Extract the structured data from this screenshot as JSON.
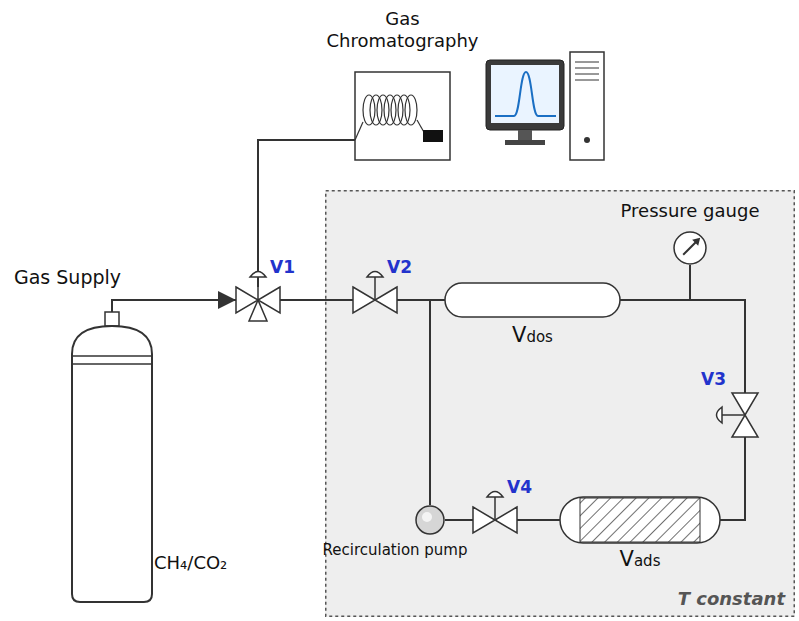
{
  "diagram": {
    "nodes": [
      {
        "text": [
          "Gas Chromatography"
        ]
      },
      {
        "text": [
          "T constant"
        ]
      },
      {
        "text": [
          "Pressure gauge"
        ],
        "in": 1
      },
      {
        "text": [
          "V1"
        ]
      },
      {
        "text": [
          "V2"
        ],
        "in": 1
      },
      {
        "text": [
          "Vdos"
        ],
        "in": 1
      },
      {
        "text": [
          "V3"
        ],
        "in": 1
      },
      {
        "text": [
          "CH₄/CO₂"
        ]
      },
      {
        "text": [
          "Recirculation pump"
        ],
        "in": 1
      },
      {
        "text": [
          "V4"
        ],
        "in": 1
      },
      {
        "text": [
          "Vads"
        ],
        "in": 1
      }
    ],
    "edges": [
      {
        "from": 7,
        "to": 3,
        "arrow": "to",
        "label": "Gas Supply"
      },
      {
        "from": 3,
        "to": 0,
        "arrow": "none"
      },
      {
        "from": 3,
        "to": 4,
        "arrow": "none"
      },
      {
        "from": 4,
        "to": 5,
        "arrow": "none"
      },
      {
        "from": 8,
        "to": 5,
        "arrow": "none"
      },
      {
        "from": 5,
        "to": 6,
        "arrow": "none"
      },
      {
        "from": 5,
        "to": 2,
        "arrow": "none"
      },
      {
        "from": 6,
        "to": 10,
        "arrow": "none"
      },
      {
        "from": 10,
        "to": 9,
        "arrow": "none"
      },
      {
        "from": 9,
        "to": 8,
        "arrow": "none"
      }
    ]
  }
}
